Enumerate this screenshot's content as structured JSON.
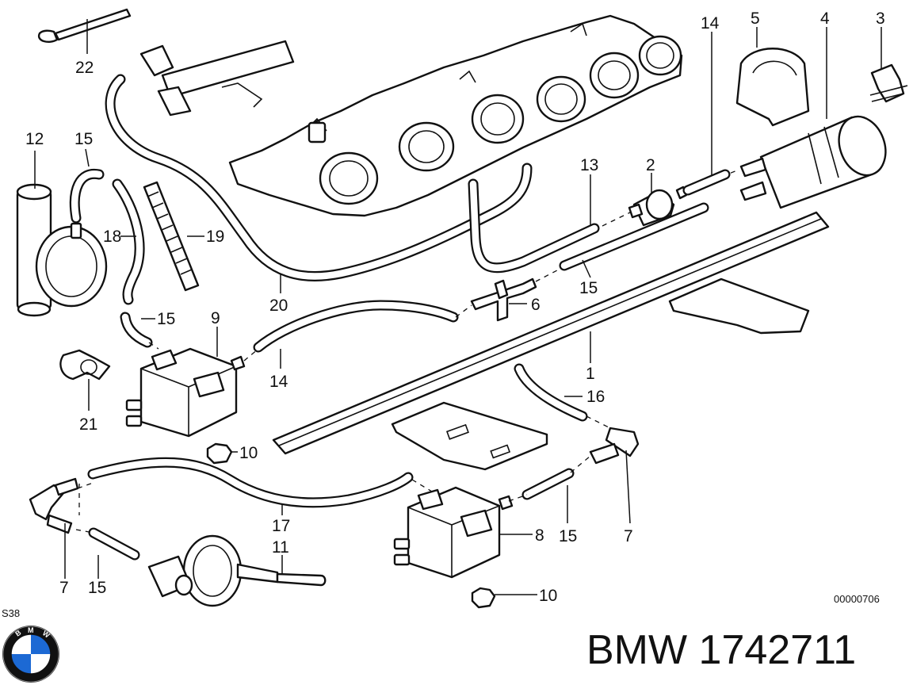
{
  "diagram": {
    "drawing_number": "00000706",
    "model_code": "S38",
    "callouts": {
      "c1": "1",
      "c2": "2",
      "c3": "3",
      "c4": "4",
      "c5": "5",
      "c6": "6",
      "c7a": "7",
      "c7b": "7",
      "c8": "8",
      "c9": "9",
      "c10a": "10",
      "c10b": "10",
      "c11": "11",
      "c12": "12",
      "c13": "13",
      "c14a": "14",
      "c14b": "14",
      "c15a": "15",
      "c15b": "15",
      "c15c": "15",
      "c15d": "15",
      "c15e": "15",
      "c16": "16",
      "c17": "17",
      "c18": "18",
      "c19": "19",
      "c20": "20",
      "c21": "21",
      "c22": "22"
    }
  },
  "footer": {
    "brand": "BMW",
    "part_number": "1742711",
    "full_label": "BMW 1742711"
  },
  "logo": {
    "primary_color": "#1c69d4",
    "ring_color": "#111111",
    "icon": "bmw-roundel-icon"
  }
}
